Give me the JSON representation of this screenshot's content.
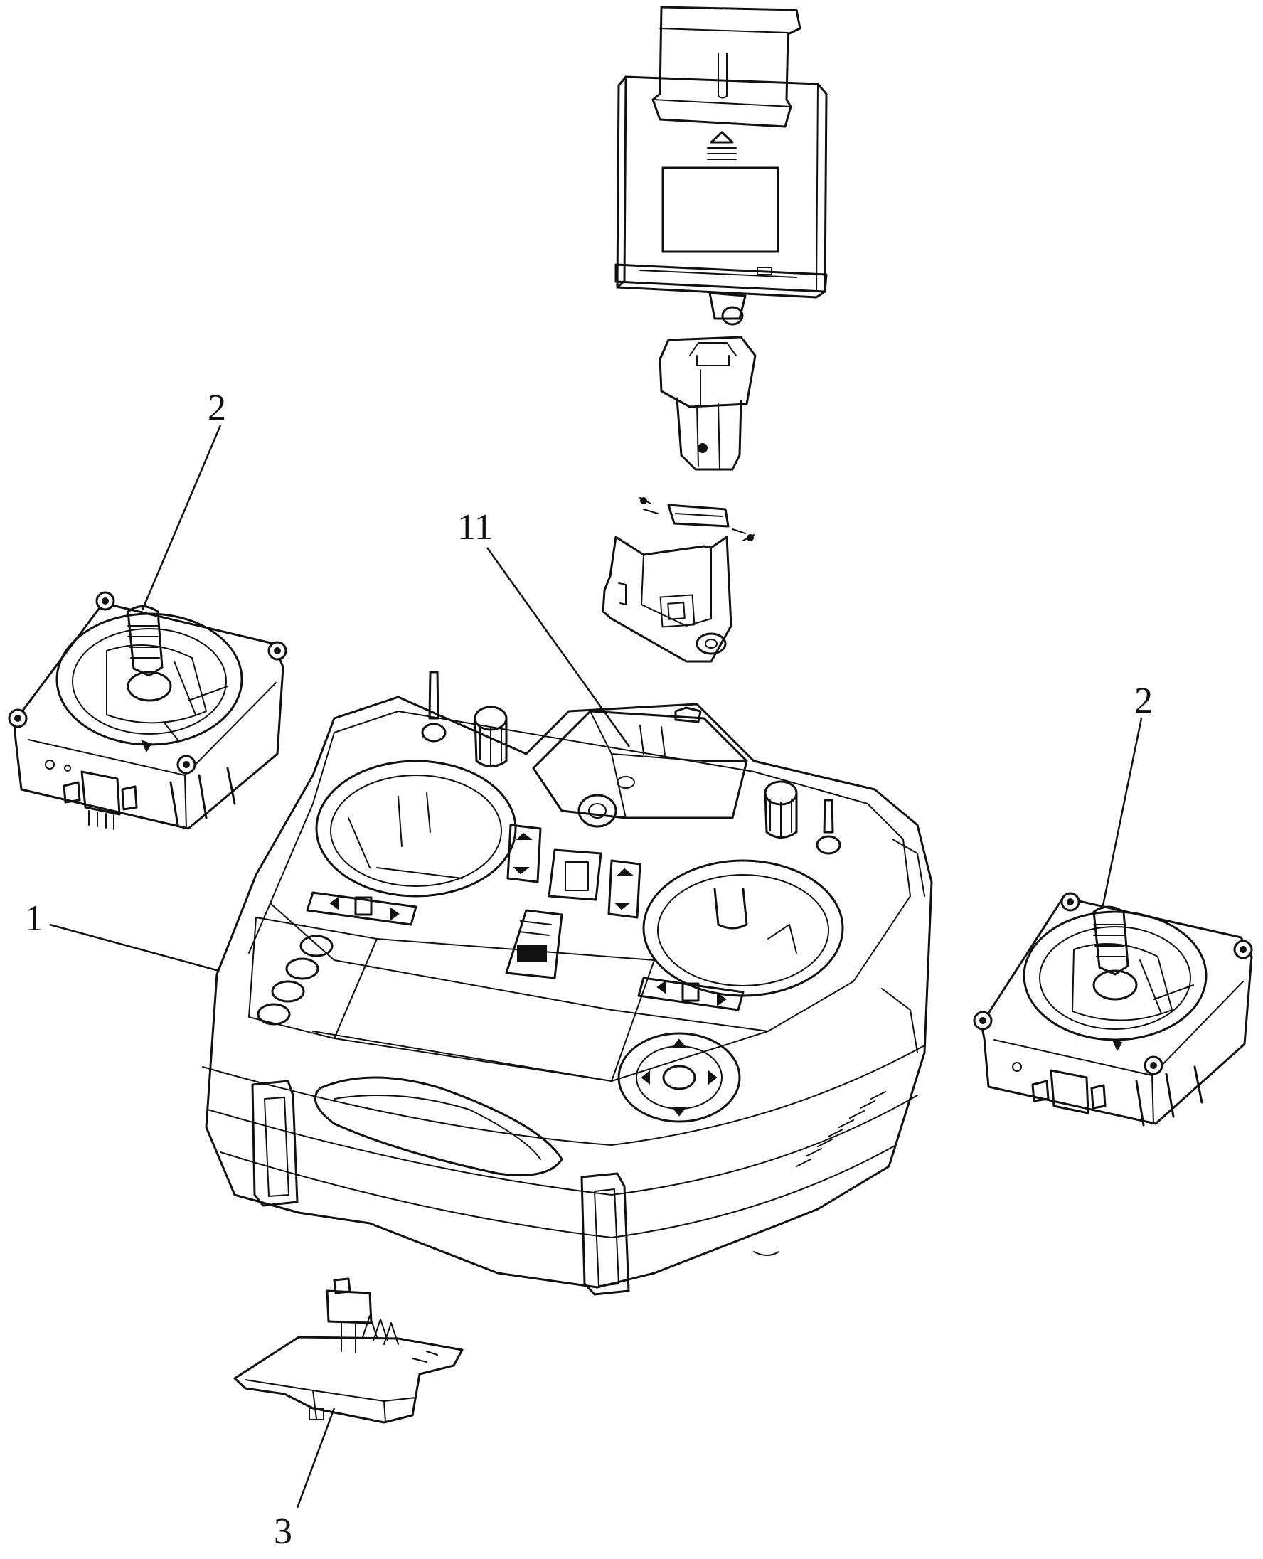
{
  "labels": {
    "transmitter_body": "1",
    "joystick_left": "2",
    "joystick_right": "2",
    "bottom_bracket": "3",
    "holder_socket": "11"
  }
}
